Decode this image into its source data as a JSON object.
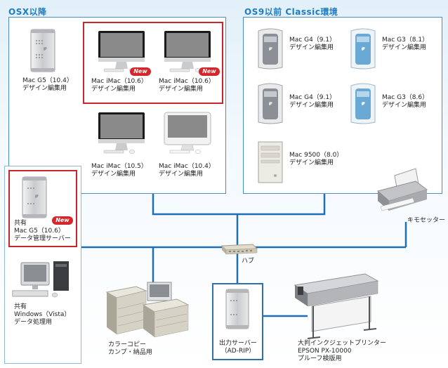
{
  "sections": {
    "osx": {
      "title": "OSX以降"
    },
    "os9": {
      "title": "OS9以前 Classic環境"
    }
  },
  "badge_new": "New",
  "devices": {
    "g5_104": {
      "line1": "Mac G5（10.4）",
      "line2": "デザイン編集用"
    },
    "imac_106_a": {
      "line1": "Mac iMac（10.6）",
      "line2": "デザイン編集用"
    },
    "imac_106_b": {
      "line1": "Mac iMac（10.6）",
      "line2": "デザイン編集用"
    },
    "imac_105": {
      "line1": "Mac iMac（10.5）",
      "line2": "デザイン編集用"
    },
    "imac_104": {
      "line1": "Mac iMac（10.4）",
      "line2": "デザイン編集用"
    },
    "g4_91_a": {
      "line1": "Mac G4（9.1）",
      "line2": "デザイン編集用"
    },
    "g3_81": {
      "line1": "Mac G3（8.1）",
      "line2": "デザイン編集用"
    },
    "g4_91_b": {
      "line1": "Mac G4（9.1）",
      "line2": "デザイン編集用"
    },
    "g3_86": {
      "line1": "Mac G3（8.6）",
      "line2": "デザイン編集用"
    },
    "mac9500": {
      "line1": "Mac 9500（8.0）",
      "line2": "デザイン編集用"
    },
    "server_g5": {
      "line1": "共有",
      "line2": "Mac G5（10.6）",
      "line3": "データ管理サーバー"
    },
    "windows": {
      "line1": "共有",
      "line2": "Windows（Vista）",
      "line3": "データ処理用"
    },
    "kimo": {
      "line1": "キモセッター"
    },
    "hub": {
      "line1": "ハブ"
    },
    "copier": {
      "line1": "カラーコピー",
      "line2": "カンプ・納品用"
    },
    "rip": {
      "line1": "出力サーバー",
      "line2": "（AD-RIP）"
    },
    "inkjet": {
      "line1": "大判インクジェットプリンター",
      "line2": "EPSON PX-10000",
      "line3": "プルーフ検版用"
    }
  },
  "colors": {
    "accent": "#1d7dc4",
    "network_line": "#1e6fb8",
    "new_badge": "#d4262b",
    "highlight_border": "#c8262b"
  }
}
